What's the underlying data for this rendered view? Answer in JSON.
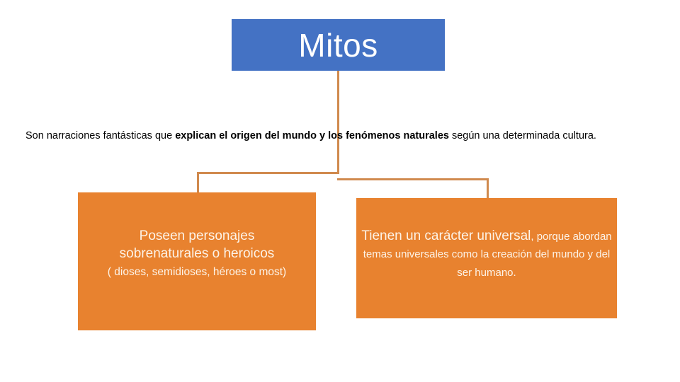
{
  "slide": {
    "title": "Mitos",
    "title_bg_color": "#4472C4",
    "title_text_color": "#FFFFFF",
    "connector_color": "#D08A4E",
    "branch_bg_color": "#E8822F",
    "branch_text_color": "#FDF3E7",
    "background_color": "#FFFFFF"
  },
  "description": {
    "part_1_normal": "Son narraciones fantásticas que ",
    "part_2_bold": "explican el origen del mundo  y los fenómenos naturales",
    "part_3_normal": " según una determinada cultura."
  },
  "branches": [
    {
      "id": "personajes",
      "lead_line_1": "Poseen personajes",
      "lead_line_2": "sobrenaturales o heroicos",
      "sub_line": "( dioses, semidioses, héroes o most)"
    },
    {
      "id": "universal",
      "lead": "Tienen un carácter universal",
      "rest": ", porque abordan temas universales como la creación del mundo y del ser humano."
    }
  ]
}
